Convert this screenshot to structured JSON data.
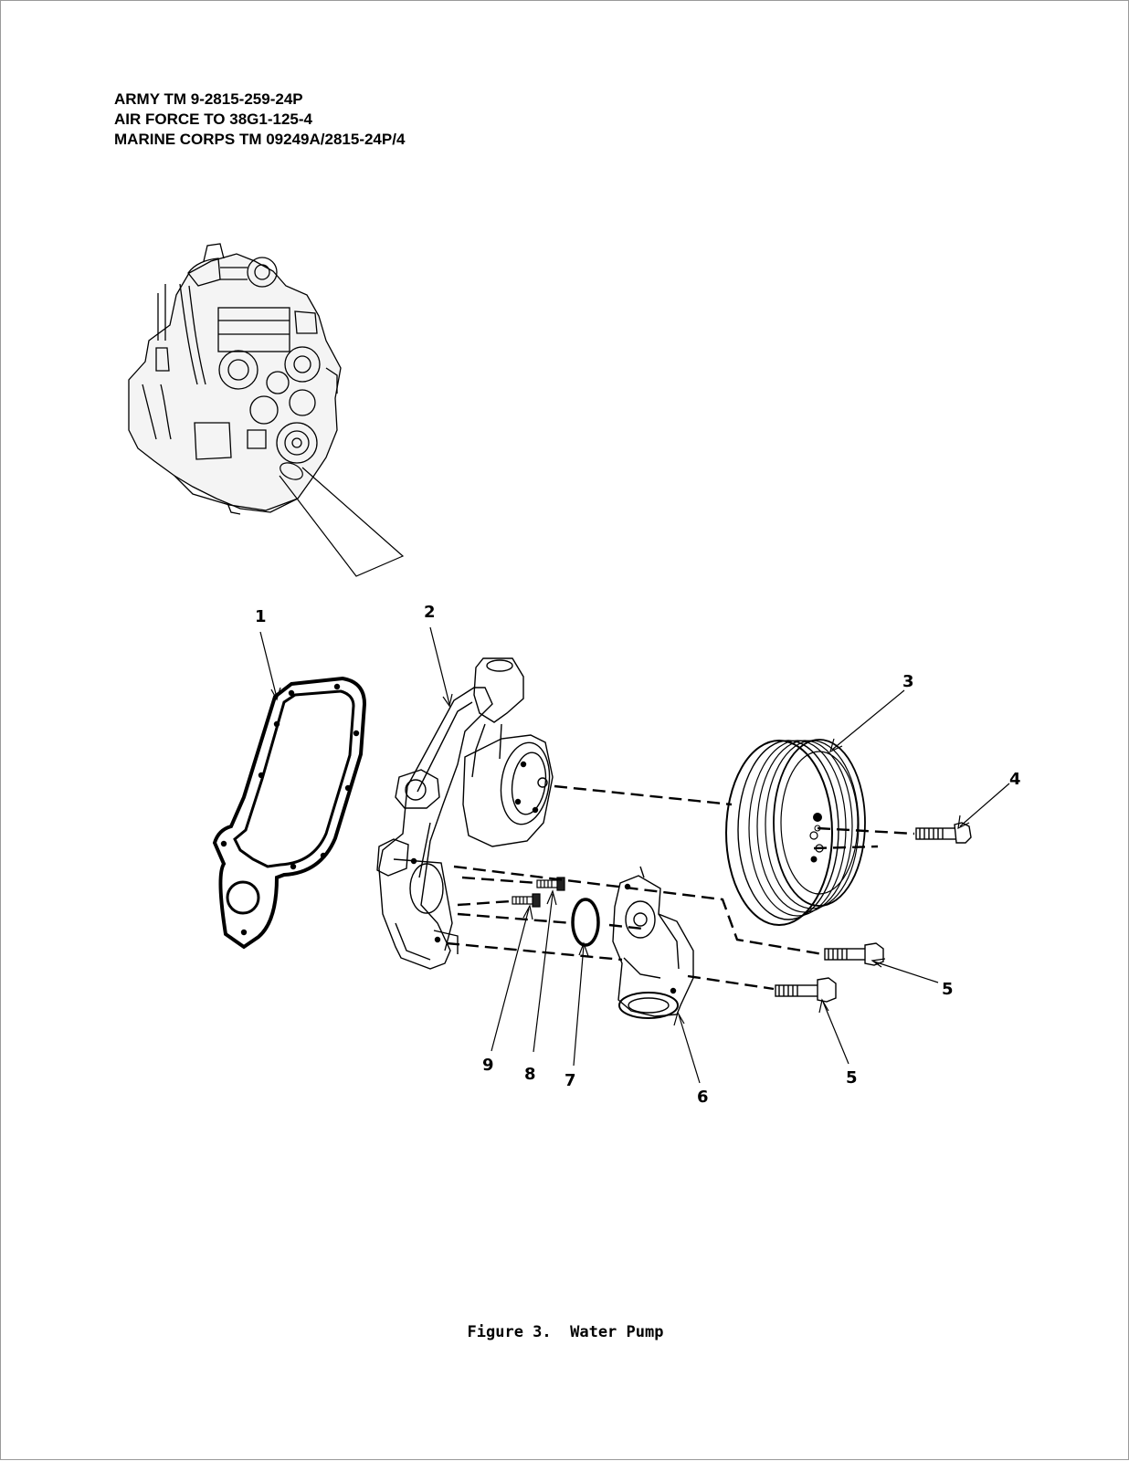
{
  "header": {
    "line1": "ARMY TM 9-2815-259-24P",
    "line2": "AIR FORCE TO 38G1-125-4",
    "line3": "MARINE CORPS TM 09249A/2815-24P/4"
  },
  "callouts": [
    "1",
    "2",
    "3",
    "4",
    "5",
    "5",
    "6",
    "7",
    "8",
    "9"
  ],
  "caption": "Figure 3.  Water Pump"
}
